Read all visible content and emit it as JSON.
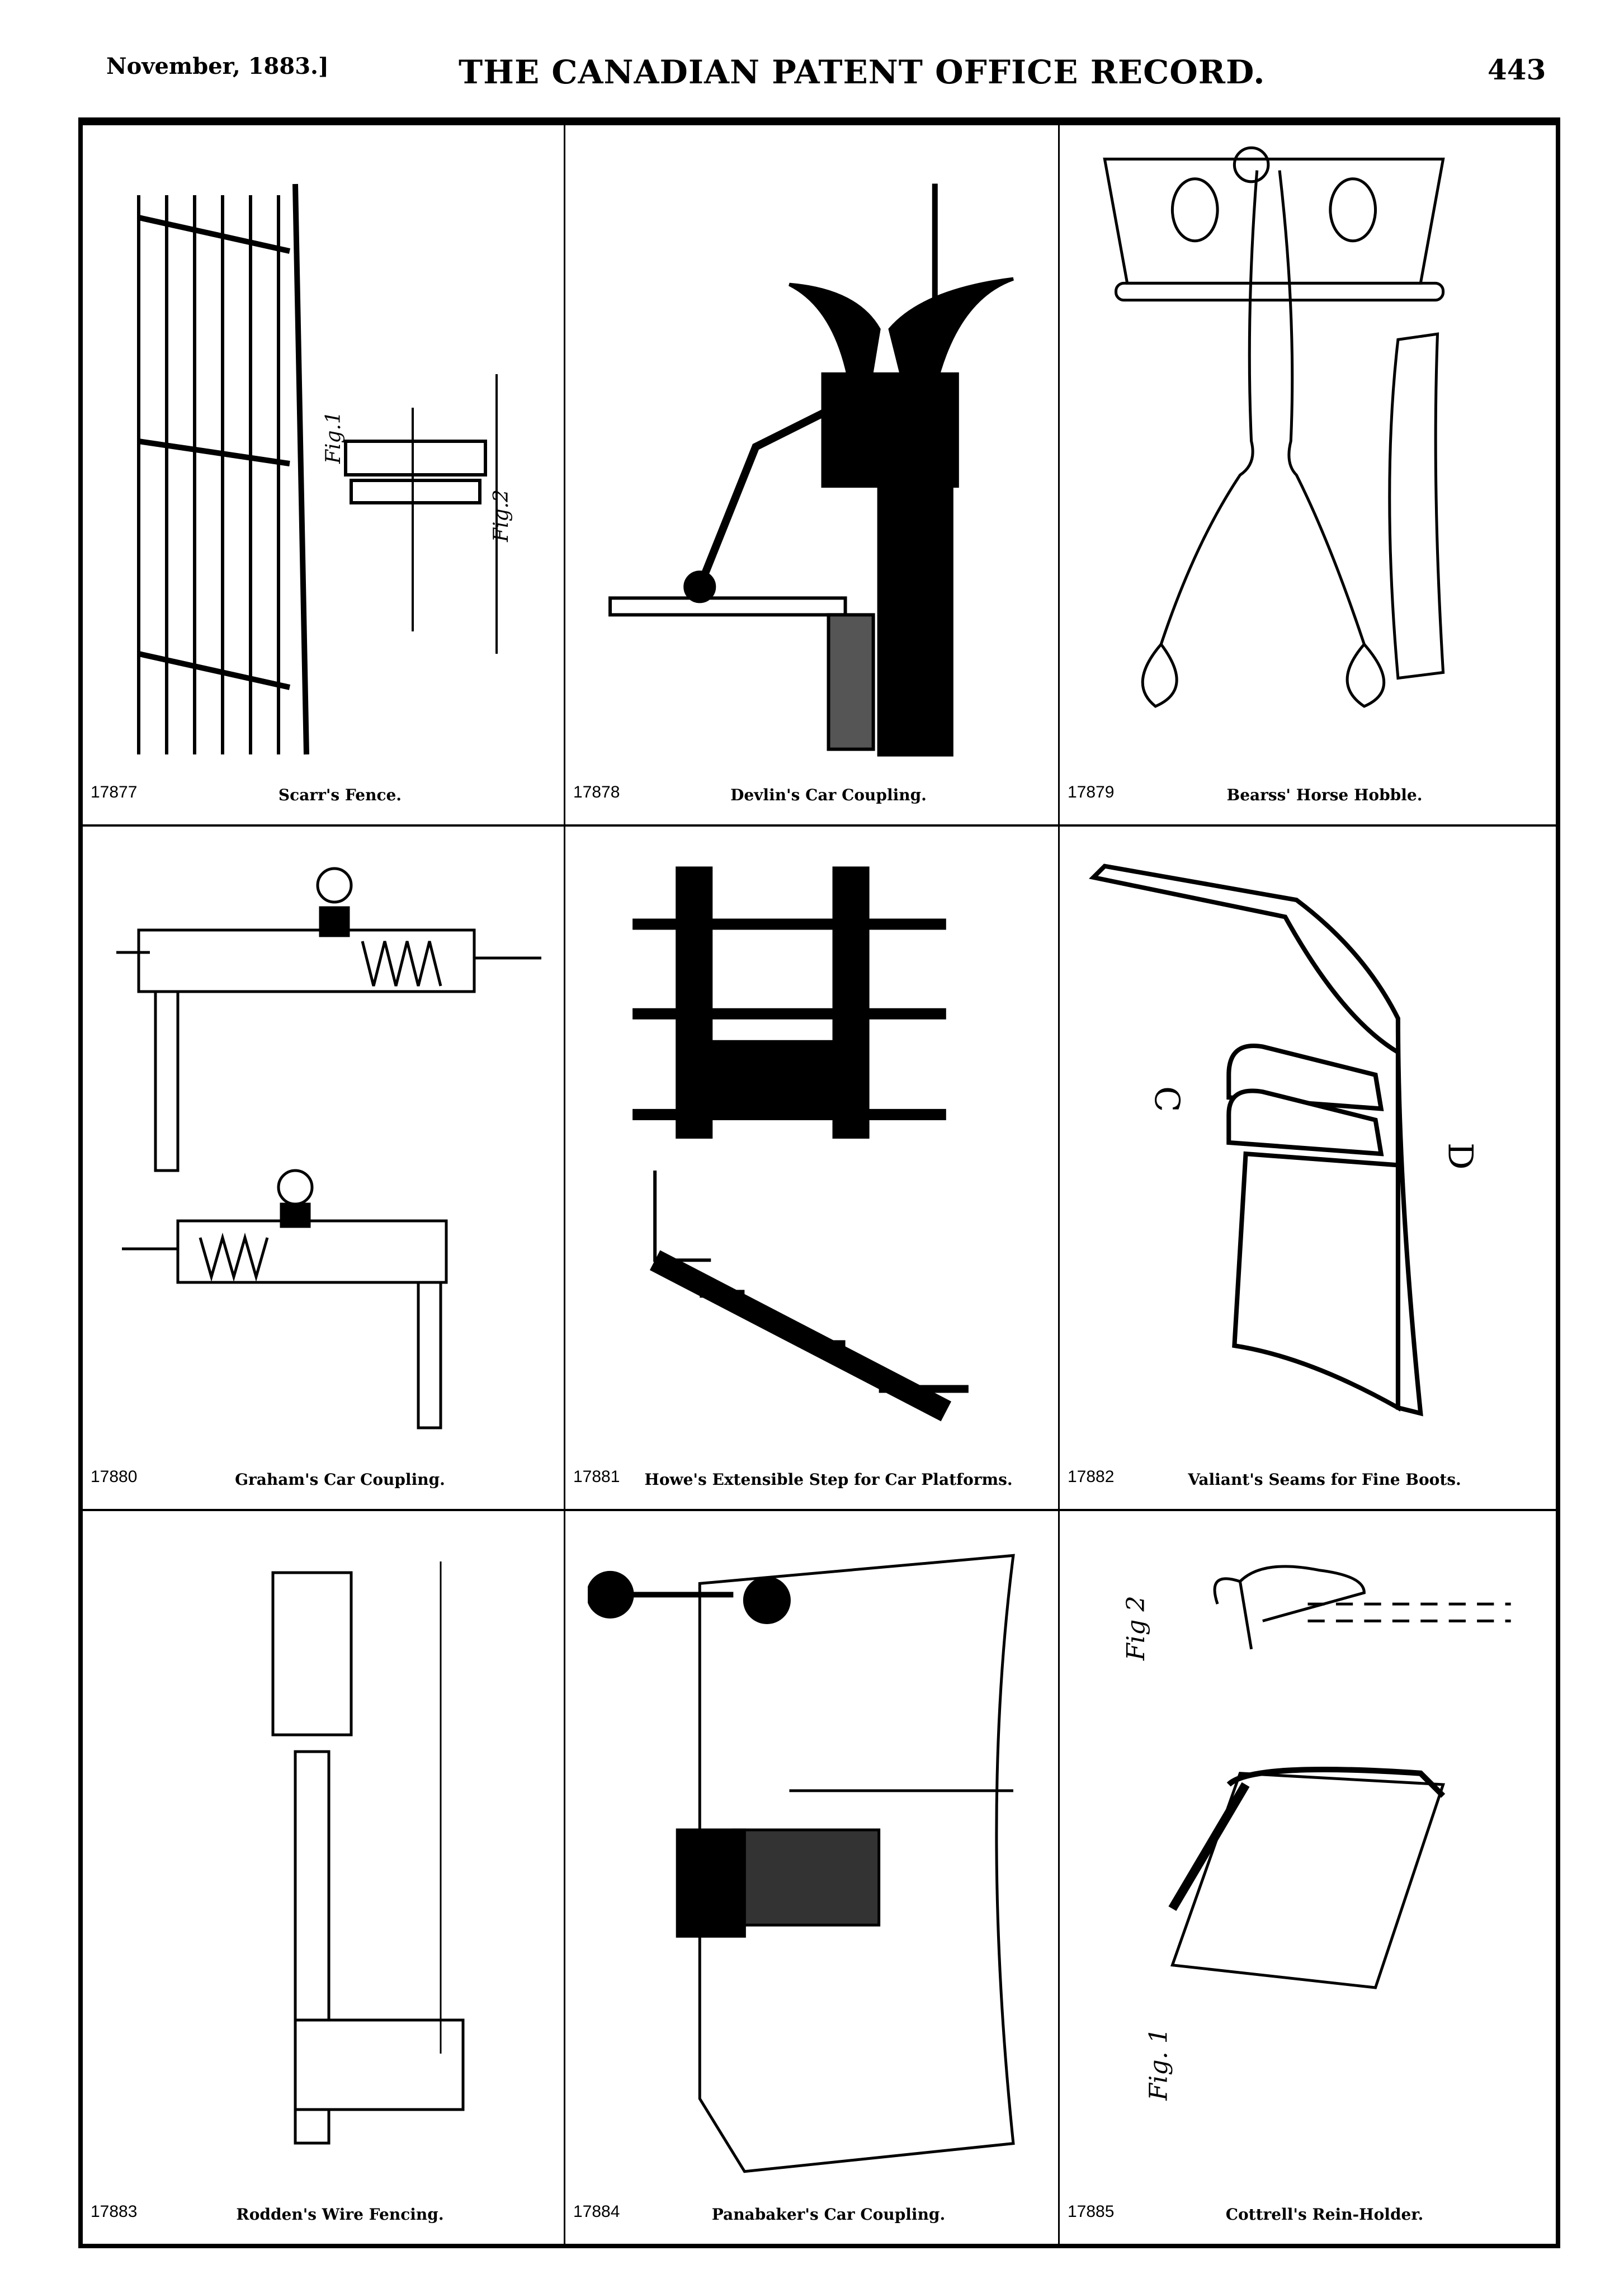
{
  "header": {
    "date": "November, 1883.]",
    "title": "THE CANADIAN PATENT OFFICE RECORD.",
    "page": "443"
  },
  "patents": [
    {
      "number": "17877",
      "caption": "Scarr's Fence.",
      "figure": "fence"
    },
    {
      "number": "17878",
      "caption": "Devlin's Car Coupling.",
      "figure": "coupling"
    },
    {
      "number": "17879",
      "caption": "Bearss' Horse Hobble.",
      "figure": "hobble"
    },
    {
      "number": "17880",
      "caption": "Graham's Car Coupling.",
      "figure": "graham"
    },
    {
      "number": "17881",
      "caption": "Howe's Extensible Step for Car Platforms.",
      "figure": "step"
    },
    {
      "number": "17882",
      "caption": "Valiant's Seams for Fine Boots.",
      "figure": "boot"
    },
    {
      "number": "17883",
      "caption": "Rodden's Wire Fencing.",
      "figure": "wire"
    },
    {
      "number": "17884",
      "caption": "Panabaker's Car Coupling.",
      "figure": "panabaker"
    },
    {
      "number": "17885",
      "caption": "Cottrell's Rein-Holder.",
      "figure": "rein"
    }
  ]
}
